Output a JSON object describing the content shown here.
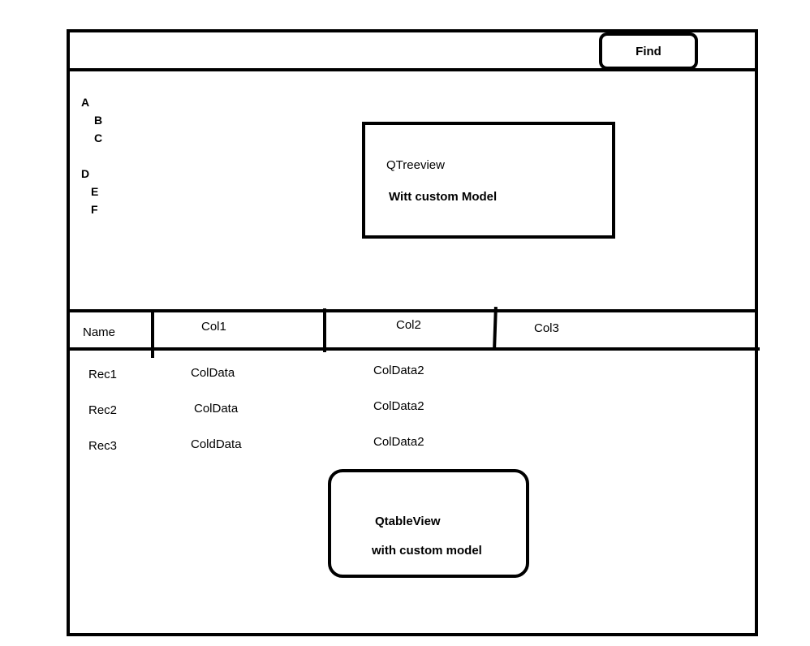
{
  "toolbar": {
    "find_label": "Find"
  },
  "tree": {
    "items": [
      "A",
      "B",
      "C",
      "D",
      "E",
      "F"
    ],
    "note_title": "QTreeview",
    "note_sub": "Witt custom Model"
  },
  "table": {
    "columns": [
      "Name",
      "Col1",
      "Col2",
      "Col3"
    ],
    "rows": [
      [
        "Rec1",
        "ColData",
        "ColData2",
        ""
      ],
      [
        "Rec2",
        "ColData",
        "ColData2",
        ""
      ],
      [
        "Rec3",
        "ColdData",
        "ColData2",
        ""
      ]
    ],
    "note_title": "QtableView",
    "note_sub": "with custom model"
  }
}
